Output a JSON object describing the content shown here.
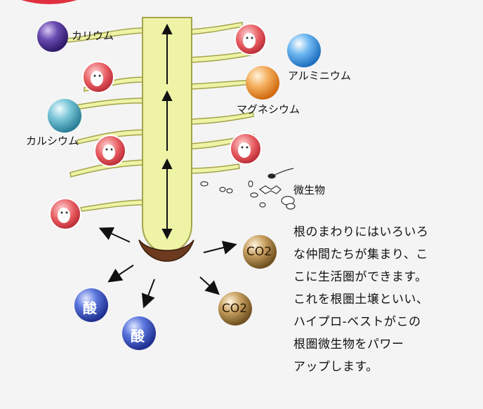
{
  "labels": {
    "potassium": "カリウム",
    "aluminium": "アルミニウム",
    "magnesium": "マグネシウム",
    "calcium": "カルシウム",
    "microbe": "微生物"
  },
  "acid_label": "酸",
  "co2_label": "CO2",
  "description_lines": [
    "根のまわりにはいろいろ",
    "な仲間たちが集まり、こ",
    "こに生活圏ができます。",
    "これを根圏土壌といい、",
    "ハイプロ-ベストがこの",
    "根圏微生物をパワー",
    "アップします。"
  ],
  "colors": {
    "root_fill": "#eef3a6",
    "root_stroke": "#a3a44a",
    "root_cap": "#6b3a1f",
    "potassium": "#5a3b9c",
    "aluminium": "#4a9be0",
    "magnesium": "#f0a040",
    "calcium": "#5bb4c8",
    "acid": "#3b55c4",
    "co2": "#a07c3c",
    "microbe_ball": "#e24a52"
  }
}
